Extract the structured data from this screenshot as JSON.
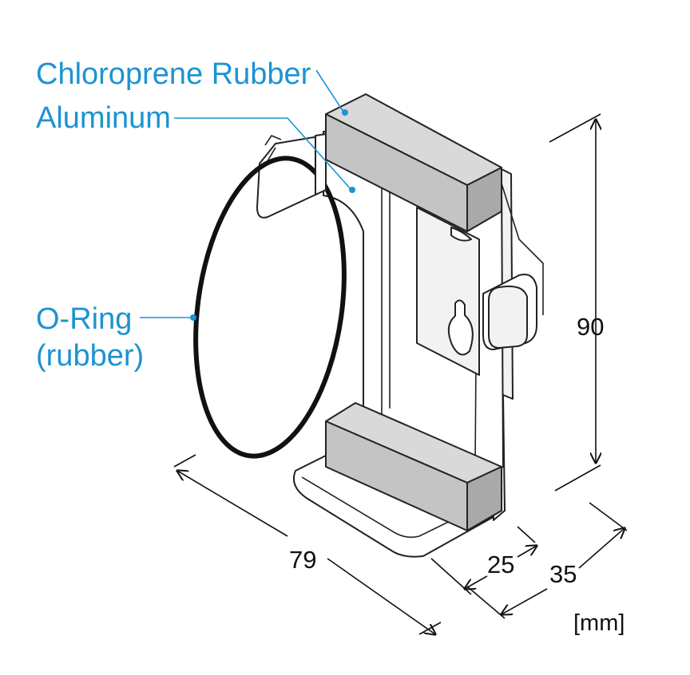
{
  "labels": {
    "chloroprene": "Chloroprene Rubber",
    "aluminum": "Aluminum",
    "oring_line1": "O-Ring",
    "oring_line2": "(rubber)"
  },
  "dimensions": {
    "height": "90",
    "width": "79",
    "inner_depth": "25",
    "depth": "35",
    "unit": "[mm]"
  },
  "colors": {
    "label_blue": "#1d93d1",
    "rubber_gray": "#c4c4c4",
    "line_black": "#111111"
  }
}
